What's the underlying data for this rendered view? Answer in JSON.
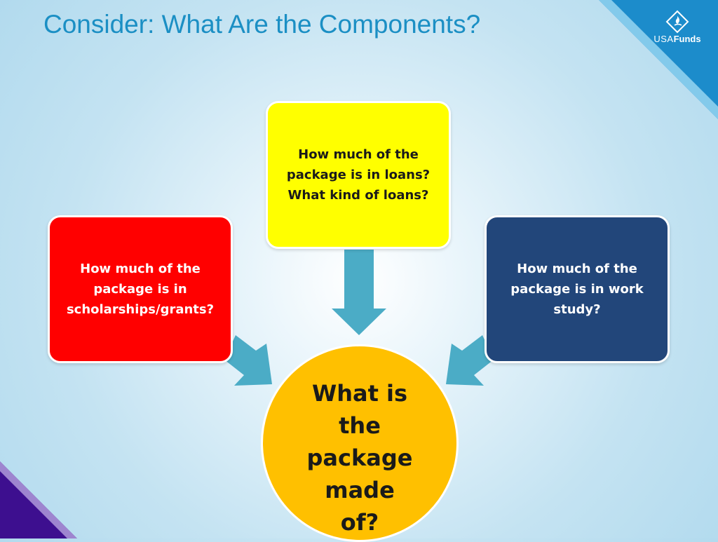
{
  "slide": {
    "title": "Consider: What Are the Components?"
  },
  "logo": {
    "usa": "USA",
    "funds": "Funds",
    "icon": "flame-diamond-icon"
  },
  "diagram": {
    "top_box": "How much of the package is in loans? What kind of loans?",
    "left_box": "How much of the package is in scholarships/grants?",
    "right_box": "How much of the package is in work study?",
    "center": "What is the package made of?"
  },
  "colors": {
    "title": "#1b8fc4",
    "top_box": "#ffff00",
    "left_box": "#ff0000",
    "right_box": "#22467a",
    "center": "#ffc000",
    "arrows": "#4bacc6",
    "corner_top_right": "#1c8ccb",
    "corner_bottom_left": "#3d0f8f"
  }
}
